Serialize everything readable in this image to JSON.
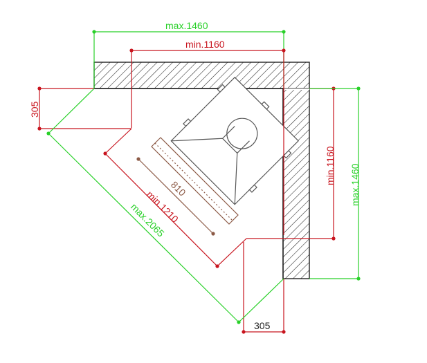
{
  "colors": {
    "green": "#28d028",
    "red": "#c8141e",
    "brown": "#8c5a46",
    "wall": "#222222",
    "hood": "#555555"
  },
  "labels": {
    "top_max": "max.1460",
    "top_min": "min.1160",
    "left_305": "305",
    "right_min": "min.1160",
    "right_max": "max.1460",
    "diag_max": "max.2065",
    "diag_min": "min.1210",
    "diag_810": "810",
    "bottom_305": "305"
  }
}
